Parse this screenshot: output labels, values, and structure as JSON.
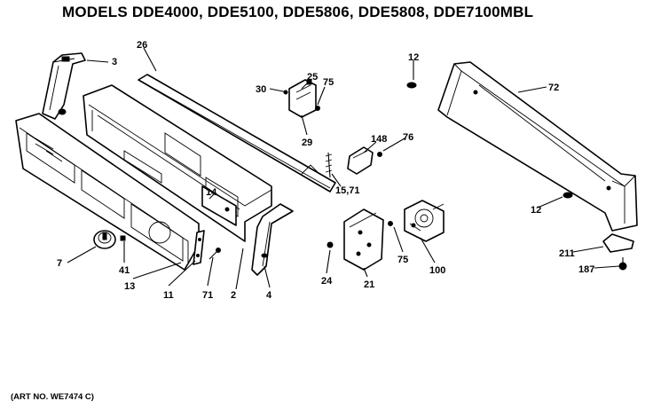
{
  "title": "MODELS DDE4000, DDE5100, DDE5806, DDE5808, DDE7100MBL",
  "art_number": "(ART NO. WE7474 C)",
  "callouts": {
    "c26": "26",
    "c3": "3",
    "c25": "25",
    "c30": "30",
    "c75a": "75",
    "c29": "29",
    "c12a": "12",
    "c72": "72",
    "c148": "148",
    "c76": "76",
    "c14": "14",
    "c1571": "15,71",
    "c12b": "12",
    "c7": "7",
    "c41": "41",
    "c13": "13",
    "c11": "11",
    "c71": "71",
    "c2": "2",
    "c4": "4",
    "c24": "24",
    "c21": "21",
    "c75b": "75",
    "c100": "100",
    "c211": "211",
    "c187": "187"
  }
}
